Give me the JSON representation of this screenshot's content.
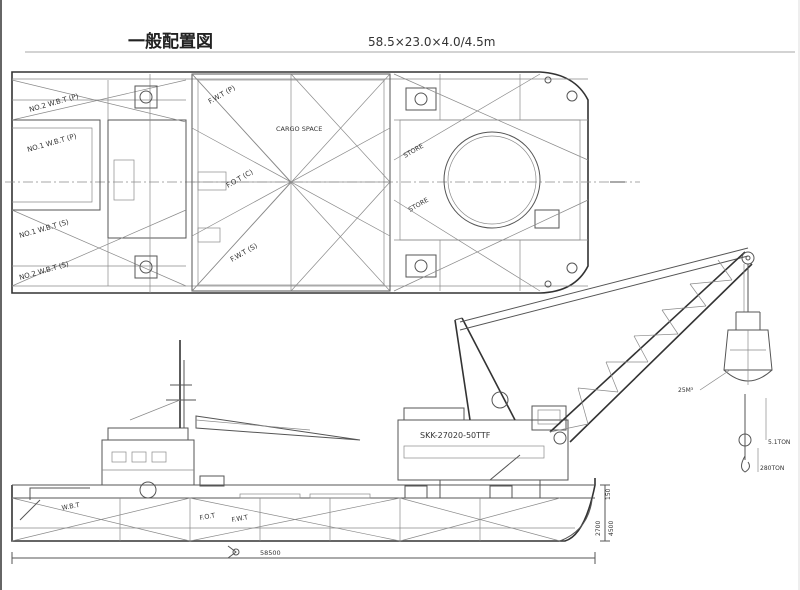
{
  "drawing": {
    "title": "一般配置図",
    "dimensions": "58.5×23.0×4.0/4.5m"
  },
  "plan_view": {
    "labels": {
      "no2_wbt_p": "NO.2 W.B.T (P)",
      "no1_wbt_p": "NO.1 W.B.T (P)",
      "no1_wbt_s": "NO.1 W.B.T (S)",
      "no2_wbt_s": "NO.2 W.B.T (S)",
      "fwt_p": "F.W.T (P)",
      "fot_c": "F.O.T (C)",
      "fwt_s": "F.W.T (S)",
      "cargo_space": "CARGO SPACE",
      "store_upper": "STORE",
      "store_lower": "STORE"
    }
  },
  "profile_view": {
    "crane_model": "SKK-27020-50TTF",
    "labels": {
      "wbt": "W.B.T",
      "fot": "F.O.T",
      "fwt": "F.W.T",
      "overall_length": "58500",
      "depth": "4500",
      "draft": "2700",
      "freeboard": "150"
    }
  },
  "crane_detail": {
    "bucket_volume": "25M³",
    "bucket_weight": "5.1TON",
    "hook_capacity": "280TON"
  }
}
